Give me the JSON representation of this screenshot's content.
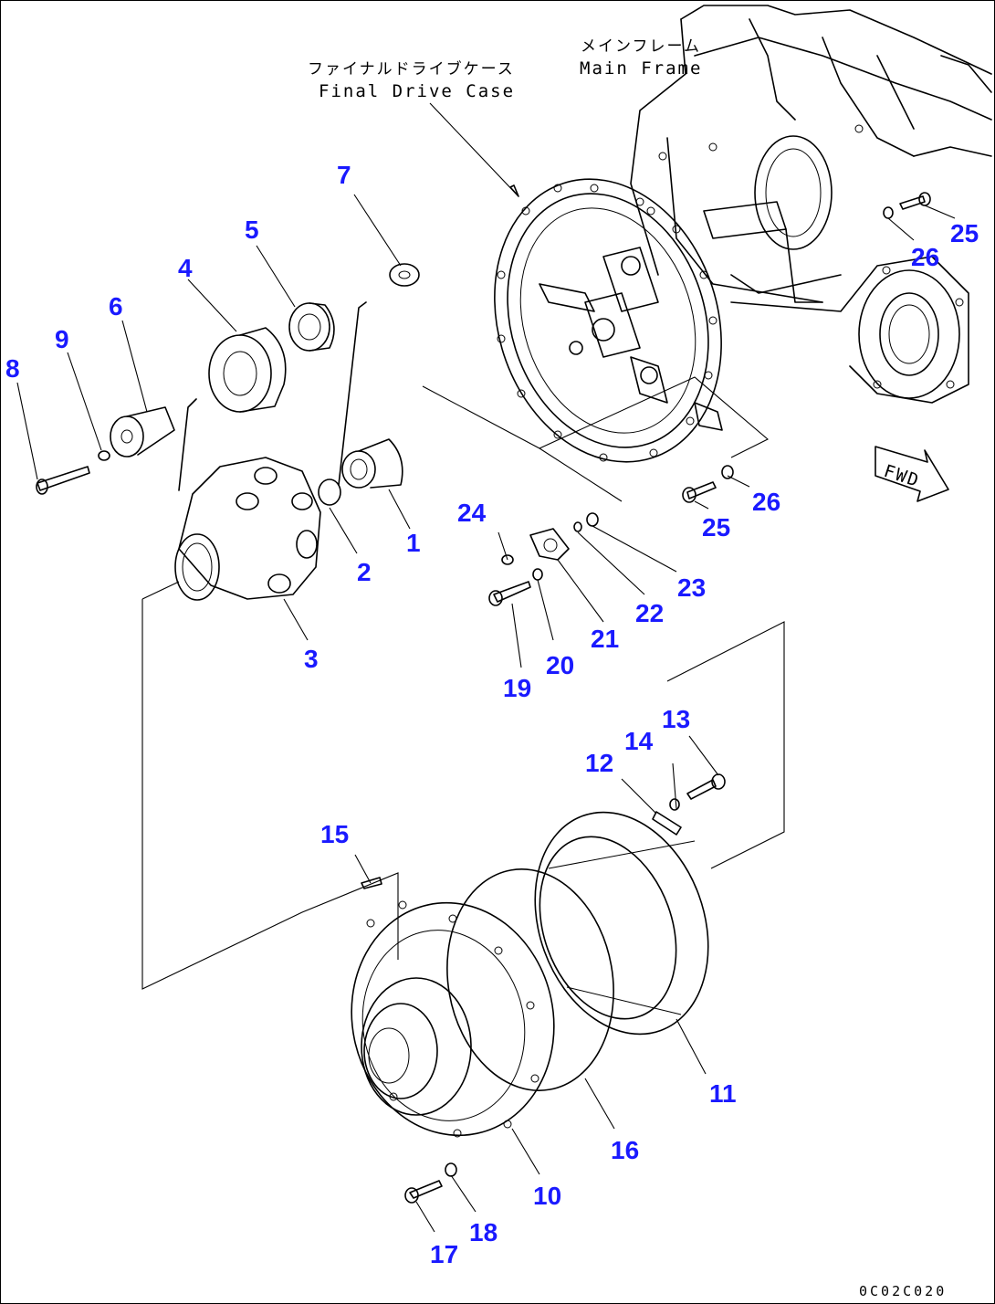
{
  "colors": {
    "label": "#1a1aff",
    "ink": "#000000",
    "background": "#ffffff"
  },
  "annotations": {
    "final_drive_case_jp": "ファイナルドライブケース",
    "final_drive_case_en": "Final Drive Case",
    "main_frame_jp": "メインフレーム",
    "main_frame_en": "Main Frame",
    "fwd": "FWD",
    "drawing_code": "0C02C020"
  },
  "parts": [
    "1",
    "2",
    "3",
    "4",
    "5",
    "6",
    "7",
    "8",
    "9",
    "10",
    "11",
    "12",
    "13",
    "14",
    "15",
    "16",
    "17",
    "18",
    "19",
    "20",
    "21",
    "22",
    "23",
    "24",
    "25",
    "26"
  ],
  "extra_labels": {
    "label_25_upper": "25",
    "label_26_upper": "26"
  }
}
